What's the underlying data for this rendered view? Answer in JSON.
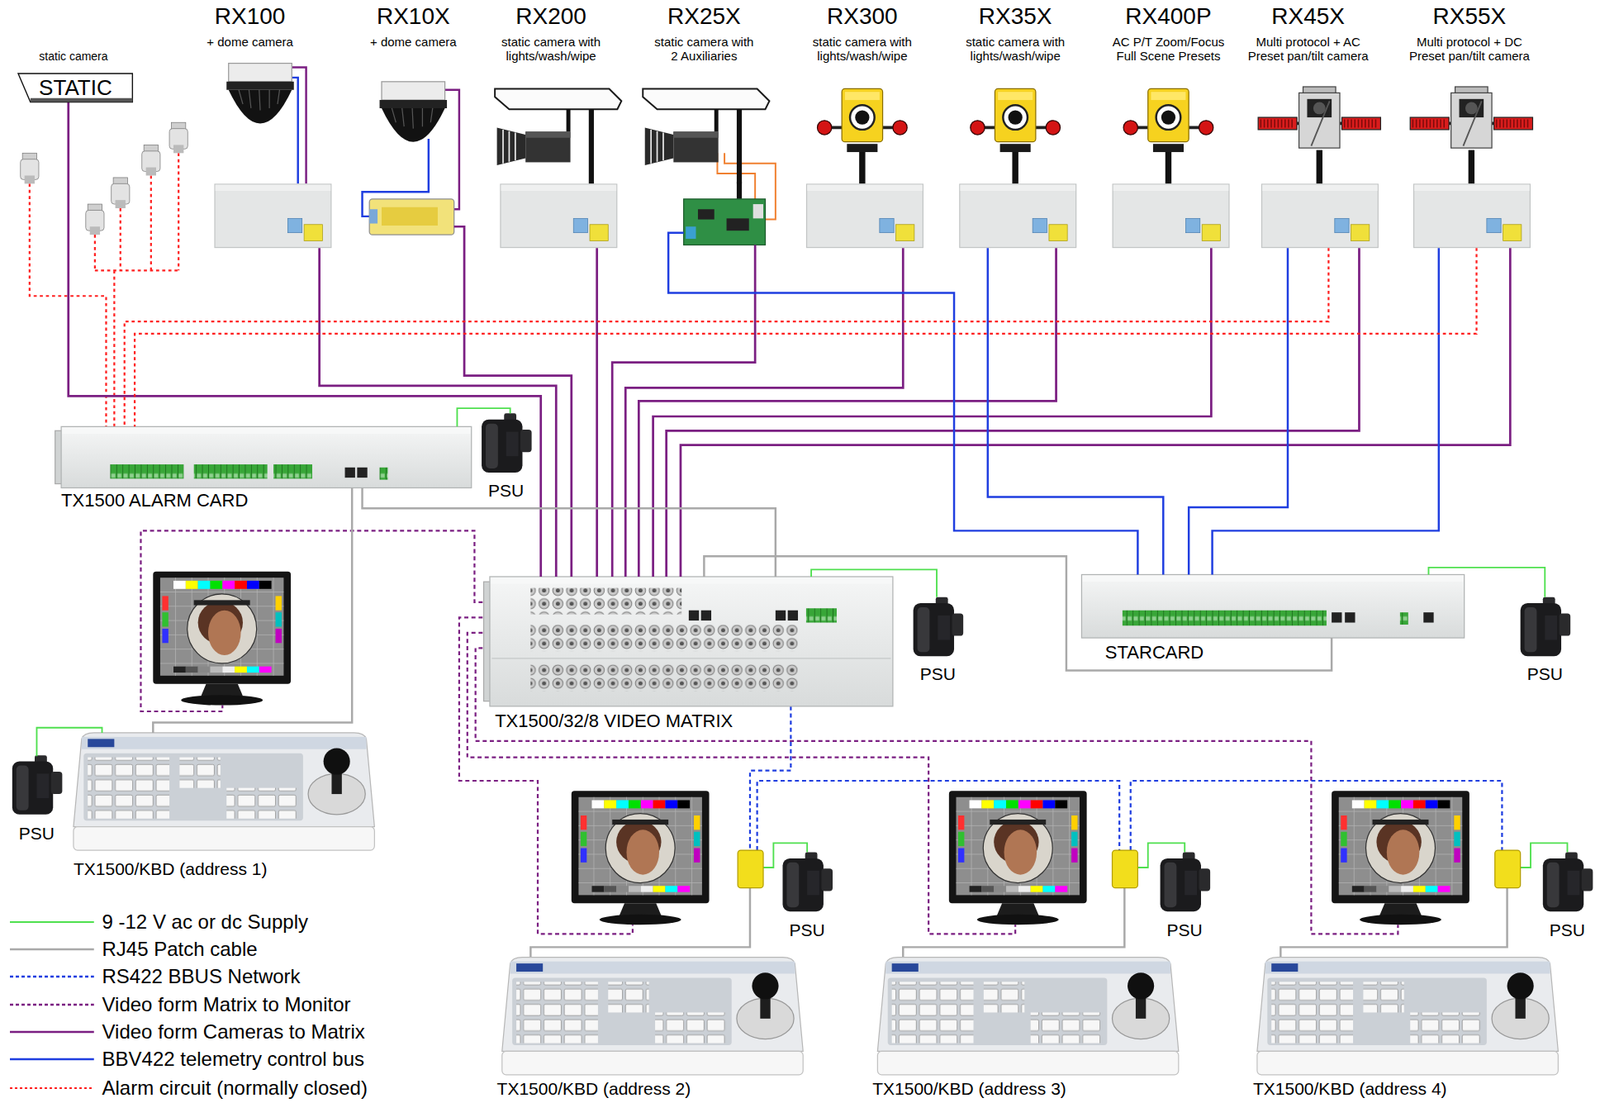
{
  "diagram": {
    "nodes": [
      {
        "text": [
          "static camera",
          "STATIC"
        ]
      },
      {
        "text": [
          "RX100",
          "+ dome camera"
        ]
      },
      {
        "text": [
          "RX10X",
          "+ dome camera"
        ]
      },
      {
        "text": [
          "RX200",
          "static camera with lights/wash/wipe"
        ]
      },
      {
        "text": [
          "RX25X",
          "static camera with 2 Auxiliaries"
        ]
      },
      {
        "text": [
          "RX300",
          "static camera with lights/wash/wipe"
        ]
      },
      {
        "text": [
          "RX35X",
          "static camera with lights/wash/wipe"
        ]
      },
      {
        "text": [
          "RX400P",
          "AC P/T Zoom/Focus Full Scene Presets"
        ]
      },
      {
        "text": [
          "RX45X",
          "Multi protocol + AC Preset pan/tilt camera"
        ]
      },
      {
        "text": [
          "RX55X",
          "Multi protocol + DC Preset pan/tilt camera"
        ]
      },
      {
        "text": [
          "TX1500 ALARM CARD"
        ]
      },
      {
        "text": [
          "PSU"
        ]
      },
      {
        "text": [
          "TX1500/32/8 VIDEO MATRIX"
        ]
      },
      {
        "text": [
          "PSU"
        ]
      },
      {
        "text": [
          "STARCARD"
        ]
      },
      {
        "text": [
          "PSU"
        ]
      },
      {
        "text": [
          "TX1500/KBD (address 1)"
        ]
      },
      {
        "text": [
          "PSU"
        ]
      },
      {
        "text": [
          "TX1500/KBD (address 2)"
        ]
      },
      {
        "text": [
          "PSU"
        ]
      },
      {
        "text": [
          "TX1500/KBD (address 3)"
        ]
      },
      {
        "text": [
          "PSU"
        ]
      },
      {
        "text": [
          "TX1500/KBD (address 4)"
        ]
      },
      {
        "text": [
          "PSU"
        ]
      }
    ],
    "edges": [
      {
        "from": 0,
        "to": 12,
        "arrow": "none"
      },
      {
        "from": 1,
        "to": 12,
        "arrow": "none"
      },
      {
        "from": 2,
        "to": 12,
        "arrow": "none"
      },
      {
        "from": 3,
        "to": 12,
        "arrow": "none"
      },
      {
        "from": 4,
        "to": 12,
        "arrow": "none"
      },
      {
        "from": 5,
        "to": 12,
        "arrow": "none"
      },
      {
        "from": 6,
        "to": 12,
        "arrow": "none"
      },
      {
        "from": 7,
        "to": 12,
        "arrow": "none"
      },
      {
        "from": 8,
        "to": 12,
        "arrow": "none"
      },
      {
        "from": 9,
        "to": 12,
        "arrow": "none"
      },
      {
        "from": 4,
        "to": 14,
        "arrow": "none"
      },
      {
        "from": 6,
        "to": 14,
        "arrow": "none"
      },
      {
        "from": 8,
        "to": 14,
        "arrow": "none"
      },
      {
        "from": 9,
        "to": 14,
        "arrow": "none"
      },
      {
        "from": 8,
        "to": 10,
        "arrow": "none"
      },
      {
        "from": 9,
        "to": 10,
        "arrow": "none"
      },
      {
        "from": 10,
        "to": 16,
        "arrow": "none"
      },
      {
        "from": 10,
        "to": 12,
        "arrow": "none"
      },
      {
        "from": 12,
        "to": 14,
        "arrow": "none"
      },
      {
        "from": 11,
        "to": 10,
        "arrow": "none"
      },
      {
        "from": 13,
        "to": 12,
        "arrow": "none"
      },
      {
        "from": 15,
        "to": 14,
        "arrow": "none"
      },
      {
        "from": 17,
        "to": 16,
        "arrow": "none"
      }
    ],
    "legend": [
      {
        "text": "9 -12 V ac or dc Supply"
      },
      {
        "text": "RJ45 Patch cable"
      },
      {
        "text": "RS422 BBUS Network"
      },
      {
        "text": "Video form Matrix to Monitor"
      },
      {
        "text": "Video form Cameras to Matrix"
      },
      {
        "text": "BBV422 telemetry control bus"
      },
      {
        "text": "Alarm circuit (normally closed)"
      }
    ]
  }
}
